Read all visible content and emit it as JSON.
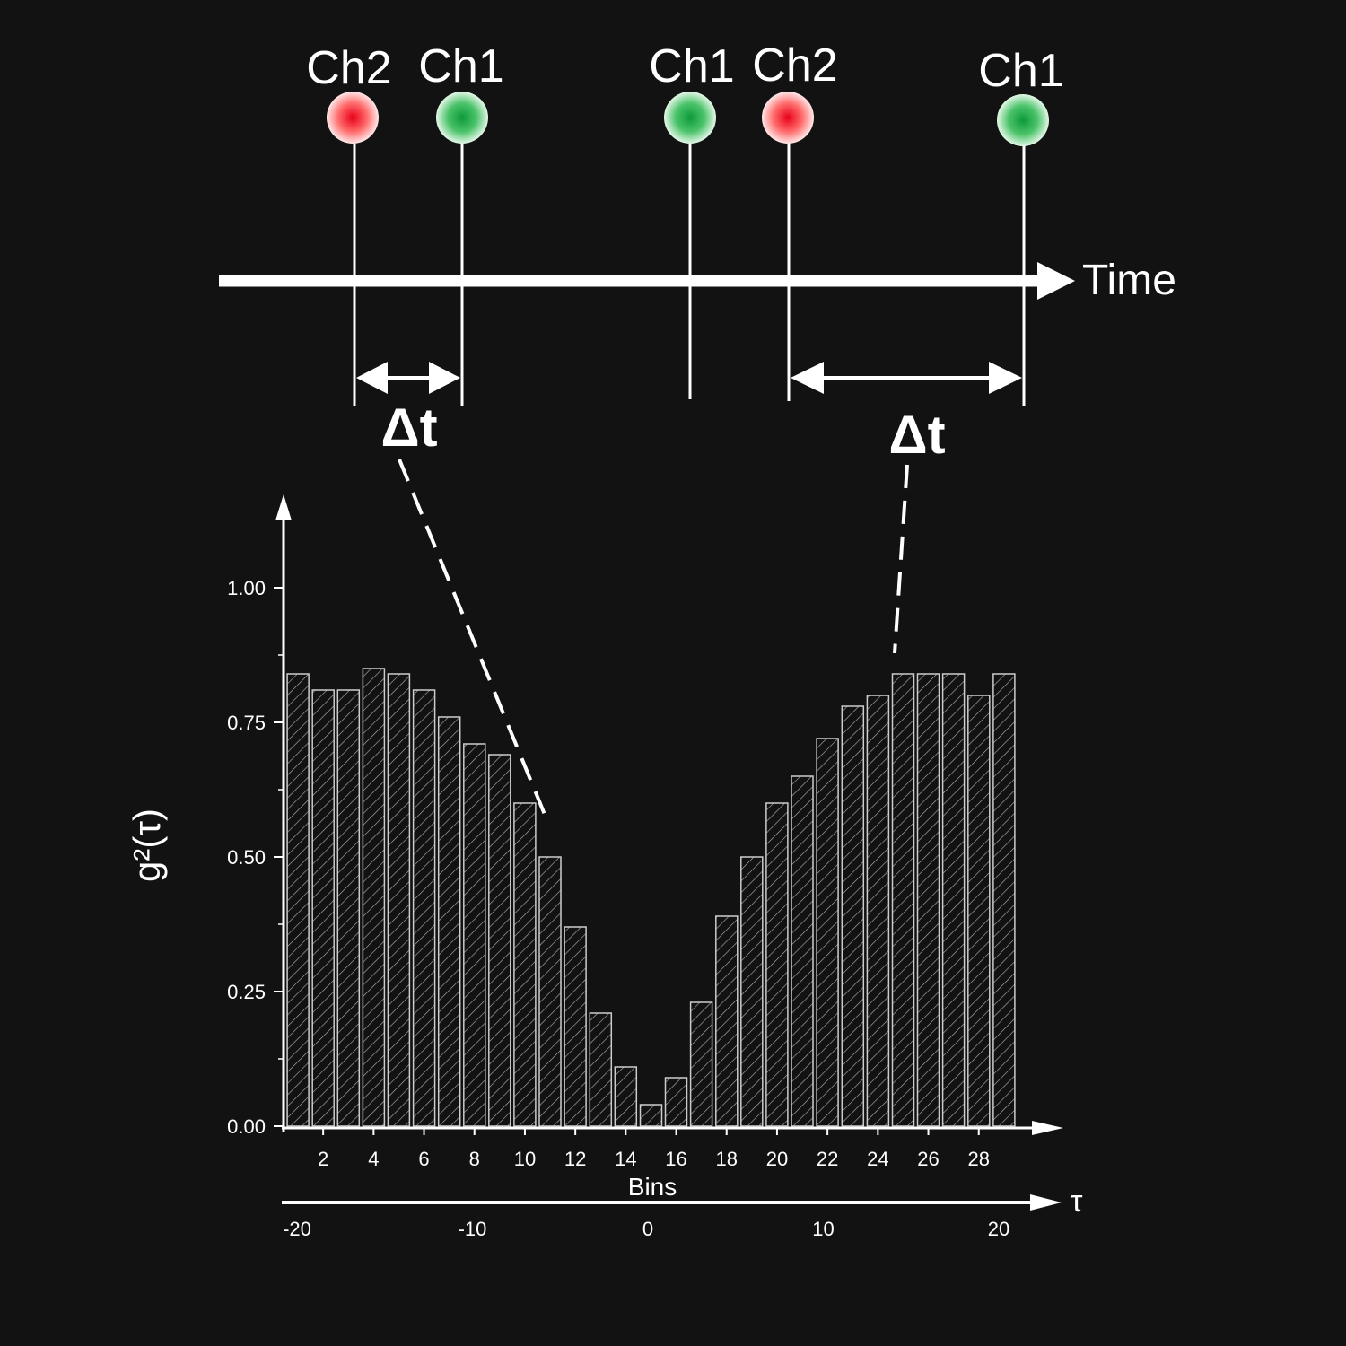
{
  "timeline": {
    "events": [
      {
        "label": "Ch2",
        "channel": "Ch2",
        "color": "#e11d2a"
      },
      {
        "label": "Ch1",
        "channel": "Ch1",
        "color": "#16a34a"
      },
      {
        "label": "Ch1",
        "channel": "Ch1",
        "color": "#16a34a"
      },
      {
        "label": "Ch2",
        "channel": "Ch2",
        "color": "#e11d2a"
      },
      {
        "label": "Ch1",
        "channel": "Ch1",
        "color": "#16a34a"
      }
    ],
    "axis_label": "Time",
    "delta_labels": [
      "Δt",
      "Δt"
    ]
  },
  "chart_data": {
    "type": "bar",
    "bar_style": "hatched",
    "ylabel": "g²(τ)",
    "y_ticks": [
      "0.00",
      "0.25",
      "0.50",
      "0.75",
      "1.00"
    ],
    "ylim": [
      0,
      1.1
    ],
    "xlabel": "Bins",
    "x_ticks": [
      "2",
      "4",
      "6",
      "8",
      "10",
      "12",
      "14",
      "16",
      "18",
      "20",
      "22",
      "24",
      "26",
      "28"
    ],
    "bins": [
      1,
      2,
      3,
      4,
      5,
      6,
      7,
      8,
      9,
      10,
      11,
      12,
      13,
      14,
      15,
      16,
      17,
      18,
      19,
      20,
      21,
      22,
      23,
      24,
      25,
      26,
      27,
      28,
      29
    ],
    "values": [
      0.84,
      0.81,
      0.81,
      0.85,
      0.84,
      0.81,
      0.76,
      0.71,
      0.69,
      0.6,
      0.5,
      0.37,
      0.21,
      0.11,
      0.04,
      0.09,
      0.23,
      0.39,
      0.5,
      0.6,
      0.65,
      0.72,
      0.78,
      0.8,
      0.84,
      0.84,
      0.84,
      0.8,
      0.84
    ],
    "tau_label": "τ",
    "tau_ticks": [
      "-20",
      "-10",
      "0",
      "10",
      "20"
    ]
  }
}
